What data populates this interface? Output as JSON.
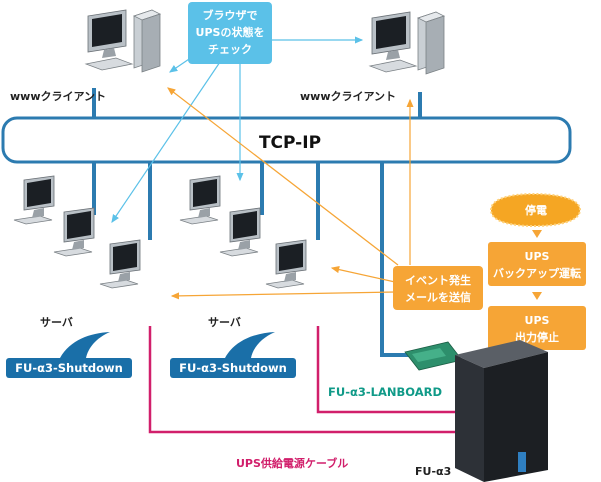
{
  "network": {
    "label": "TCP-IP"
  },
  "clients": [
    {
      "label": "wwwクライアント"
    },
    {
      "label": "wwwクライアント"
    }
  ],
  "servers": [
    {
      "label": "サーバ",
      "software": "FU-α3-Shutdown"
    },
    {
      "label": "サーバ",
      "software": "FU-α3-Shutdown"
    }
  ],
  "browser_note": {
    "lines": [
      "ブラウザで",
      "UPSの状態を",
      "チェック"
    ]
  },
  "event_note": {
    "lines": [
      "イベント発生",
      "メールを送信"
    ]
  },
  "flow": {
    "power_failure": "停電",
    "battery": {
      "lines": [
        "UPS",
        "バックアップ運転"
      ]
    },
    "stop": {
      "lines": [
        "UPS",
        "出力停止"
      ]
    }
  },
  "lanboard": {
    "label": "FU-α3-LANBOARD"
  },
  "cable": {
    "label": "UPS供給電源ケーブル"
  },
  "ups": {
    "label": "FU-α3"
  },
  "colors": {
    "network": "#2c7bb0",
    "note": "#5bc1e8",
    "flow": "#f6a536",
    "power_failure": "#f5a623",
    "cable": "#d11f6b",
    "lanboard_text": "#109a88",
    "shutdown_badge": "#1a6fa8"
  }
}
